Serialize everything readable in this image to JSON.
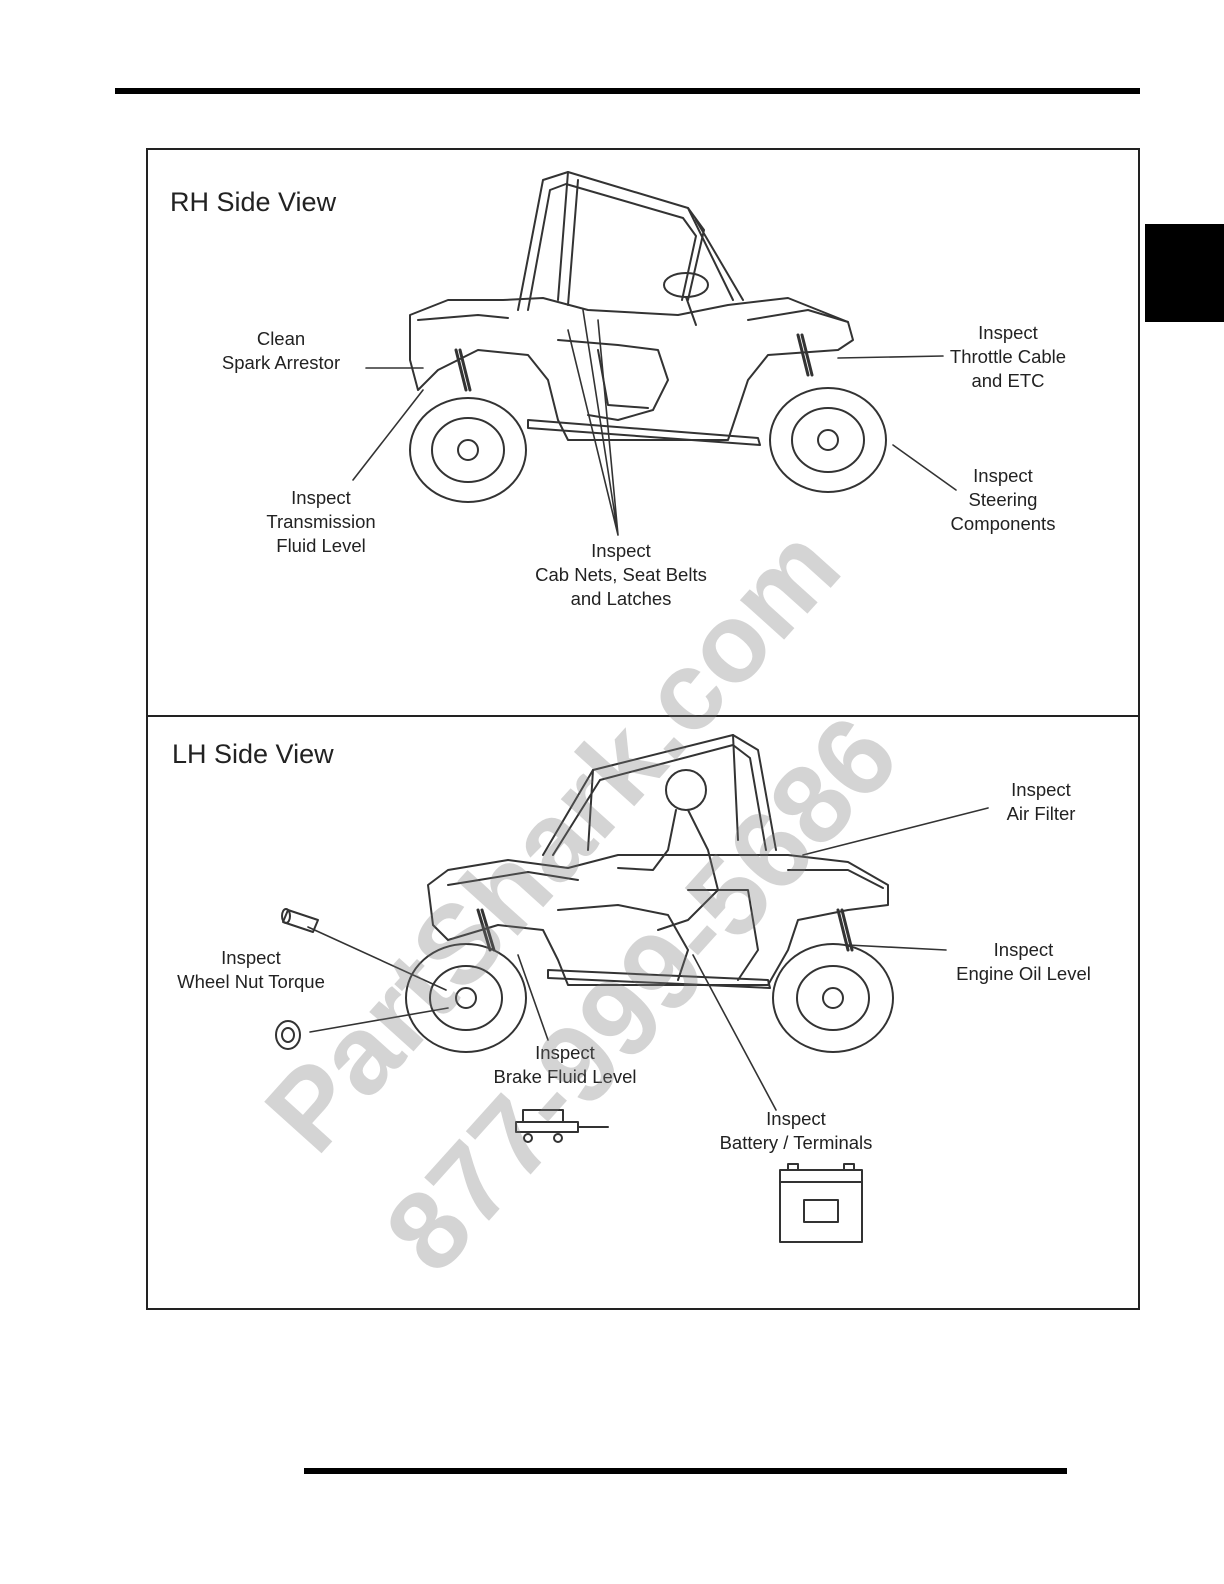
{
  "rh_view": {
    "title": "RH Side View",
    "labels": {
      "spark_arrestor": [
        "Clean",
        "Spark Arrestor"
      ],
      "throttle": [
        "Inspect",
        "Throttle Cable",
        "and ETC"
      ],
      "transmission": [
        "Inspect",
        "Transmission",
        "Fluid Level"
      ],
      "steering": [
        "Inspect",
        "Steering",
        "Components"
      ],
      "cab_nets": [
        "Inspect",
        "Cab Nets, Seat Belts",
        "and Latches"
      ]
    }
  },
  "lh_view": {
    "title": "LH Side View",
    "labels": {
      "air_filter": [
        "Inspect",
        "Air Filter"
      ],
      "wheel_nut": [
        "Inspect",
        "Wheel Nut Torque"
      ],
      "engine_oil": [
        "Inspect",
        "Engine Oil Level"
      ],
      "brake_fluid": [
        "Inspect",
        "Brake Fluid Level"
      ],
      "battery": [
        "Inspect",
        "Battery / Terminals"
      ]
    }
  },
  "watermark": {
    "line1": "PartShark.com",
    "line2": "877-999-5686"
  }
}
